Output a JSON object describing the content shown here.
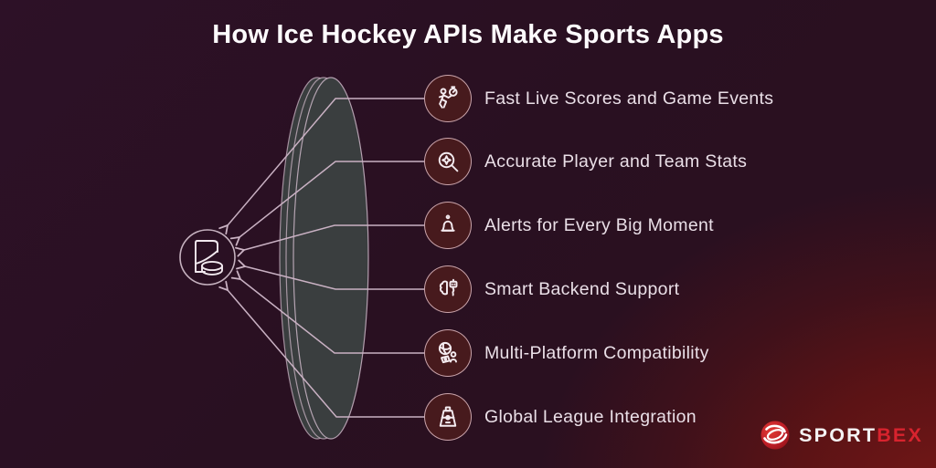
{
  "title": "How Ice Hockey APIs Make Sports Apps",
  "hub": {
    "icon": "hockey-goal-puck-icon"
  },
  "items": [
    {
      "label": "Fast Live Scores and Game Events",
      "icon": "runner-stopwatch-icon"
    },
    {
      "label": "Accurate Player and Team Stats",
      "icon": "search-star-icon"
    },
    {
      "label": "Alerts for Every Big Moment",
      "icon": "bell-icon"
    },
    {
      "label": "Smart Backend Support",
      "icon": "brain-chip-icon"
    },
    {
      "label": "Multi-Platform Compatibility",
      "icon": "globe-devices-icon"
    },
    {
      "label": "Global League Integration",
      "icon": "stadium-icon"
    }
  ],
  "logo": {
    "text_primary": "SPORT",
    "text_secondary": "BEX",
    "icon": "sportbex-globe-icon"
  },
  "colors": {
    "background_purple": "#2b1024",
    "background_red_glow": "#6b1414",
    "badge_fill": "#471a1d",
    "badge_border": "#e2bdc4",
    "connector_line": "#c9b1c3",
    "lens_fill": "#3a3e3f",
    "label_text": "#eadfe7",
    "title_text": "#fdfbfd",
    "logo_red": "#d8232e"
  }
}
